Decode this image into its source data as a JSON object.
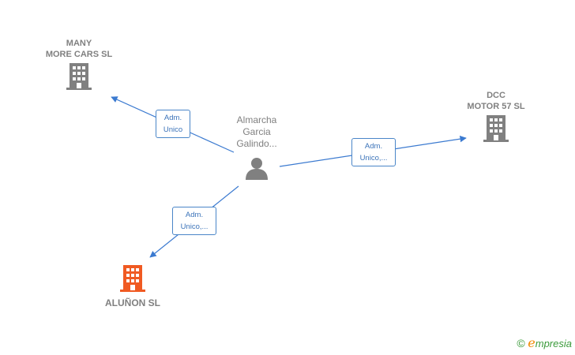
{
  "nodes": {
    "person": {
      "name": "Almarcha\nGarcia\nGalindo..."
    },
    "many_more_cars": {
      "name": "MANY\nMORE CARS SL"
    },
    "dcc_motor": {
      "name": "DCC\nMOTOR 57 SL"
    },
    "alunon": {
      "name": "ALUÑON  SL"
    }
  },
  "edges": {
    "to_many": "Adm.\nUnico",
    "to_dcc": "Adm.\nUnico,...",
    "to_alunon": "Adm.\nUnico,..."
  },
  "colors": {
    "edge": "#3b7ad0",
    "company": "#808080",
    "highlight_company": "#f05a22",
    "person": "#808080"
  },
  "footer": {
    "copyright": "©",
    "brand_e": "e",
    "brand_rest": "mpresia"
  }
}
